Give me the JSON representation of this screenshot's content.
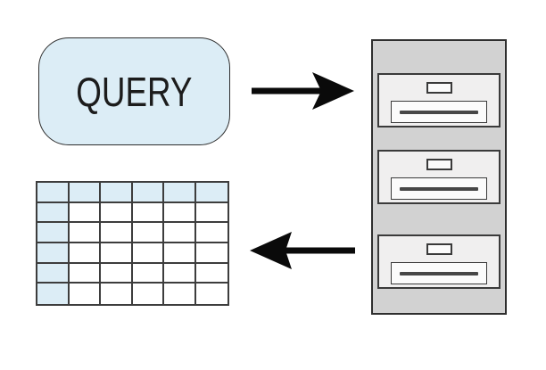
{
  "diagram": {
    "query_node": {
      "label": "QUERY"
    },
    "arrows": {
      "to_database": {
        "direction": "right"
      },
      "to_results": {
        "direction": "left"
      }
    },
    "database_cabinet": {
      "drawer_count": 3
    },
    "results_table": {
      "rows": 6,
      "cols": 6
    }
  },
  "colors": {
    "background": "#ffffff",
    "node_blue": "#dcedf6",
    "cabinet_gray": "#d2d2d2",
    "drawer_gray": "#f0efef",
    "panel_white": "#fbfbfb",
    "outline_dark": "#2e2e2e",
    "drawer_outline": "#3a3a3a",
    "grid_line": "#3d3d3d",
    "cell_white": "#ffffff",
    "handle_bar": "#474747",
    "arrow_black": "#0a0a0a",
    "text_color": "#1c1c1c"
  }
}
